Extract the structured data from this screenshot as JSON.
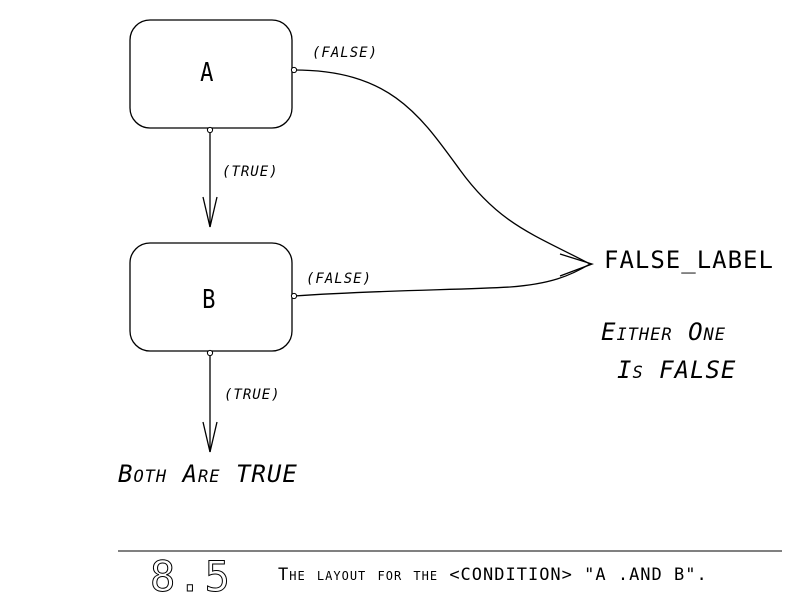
{
  "nodes": {
    "a": {
      "label": "A"
    },
    "b": {
      "label": "B"
    }
  },
  "edges": {
    "a_true": "(TRUE)",
    "a_false": "(FALSE)",
    "b_true": "(TRUE)",
    "b_false": "(FALSE)"
  },
  "targets": {
    "false_label": "FALSE_LABEL",
    "false_note_line1": "Either One",
    "false_note_line2": "Is FALSE",
    "true_note": "Both Are TRUE"
  },
  "caption": {
    "figure_number": "8.5",
    "text": "The layout for the <CONDITION> \"A .AND B\"."
  }
}
